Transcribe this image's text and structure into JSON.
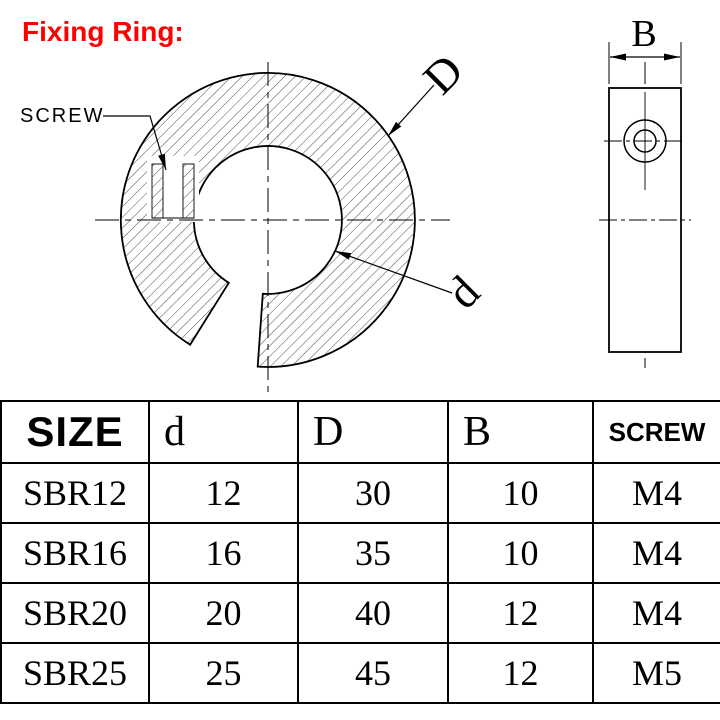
{
  "title": "Fixing Ring:",
  "drawing": {
    "screw_label": "SCREW",
    "outer_dia_label": "D",
    "inner_dia_label": "d",
    "width_label": "B"
  },
  "table": {
    "headers": [
      "SIZE",
      "d",
      "D",
      "B",
      "SCREW"
    ],
    "rows": [
      [
        "SBR12",
        "12",
        "30",
        "10",
        "M4"
      ],
      [
        "SBR16",
        "16",
        "35",
        "10",
        "M4"
      ],
      [
        "SBR20",
        "20",
        "40",
        "12",
        "M4"
      ],
      [
        "SBR25",
        "25",
        "45",
        "12",
        "M5"
      ]
    ]
  },
  "colors": {
    "accent": "#ff0000",
    "line": "#000000",
    "background": "#ffffff"
  }
}
